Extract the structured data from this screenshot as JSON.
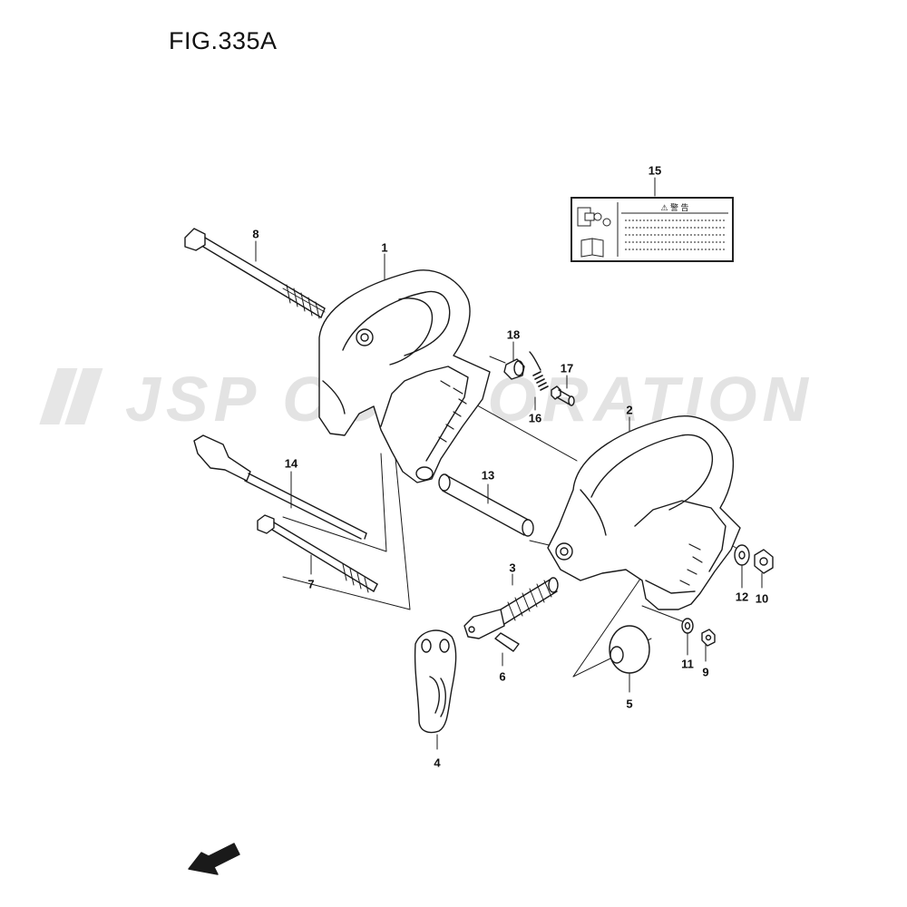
{
  "figure": {
    "title": "FIG.335A"
  },
  "watermark": {
    "text": "JSP CORPORATION",
    "color": "#e3e3e3"
  },
  "warning_label": {
    "symbol": "⚠",
    "heading": "警 告"
  },
  "fwd_badge": {
    "text": "FWD"
  },
  "callouts": [
    {
      "id": "1",
      "label": "1"
    },
    {
      "id": "2",
      "label": "2"
    },
    {
      "id": "3",
      "label": "3"
    },
    {
      "id": "4",
      "label": "4"
    },
    {
      "id": "5",
      "label": "5"
    },
    {
      "id": "6",
      "label": "6"
    },
    {
      "id": "7",
      "label": "7"
    },
    {
      "id": "8",
      "label": "8"
    },
    {
      "id": "9",
      "label": "9"
    },
    {
      "id": "10",
      "label": "10"
    },
    {
      "id": "11",
      "label": "11"
    },
    {
      "id": "12",
      "label": "12"
    },
    {
      "id": "13",
      "label": "13"
    },
    {
      "id": "14",
      "label": "14"
    },
    {
      "id": "15",
      "label": "15"
    },
    {
      "id": "16",
      "label": "16"
    },
    {
      "id": "17",
      "label": "17"
    },
    {
      "id": "18",
      "label": "18"
    }
  ],
  "colors": {
    "line": "#1a1a1a",
    "fill": "#ffffff"
  }
}
